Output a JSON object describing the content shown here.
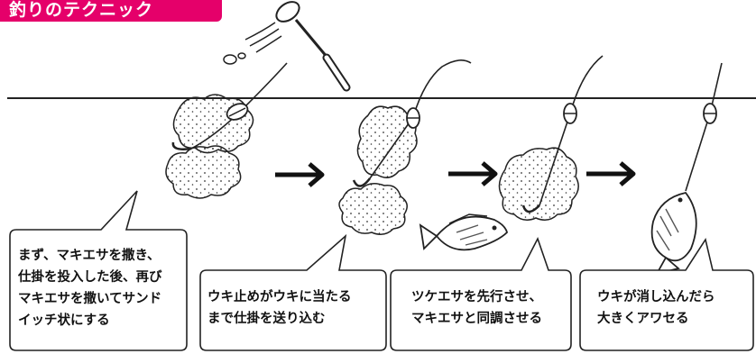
{
  "title": "釣りのテクニック",
  "steps": [
    {
      "caption": "まず、マキエサを撒き、\n仕掛を投入した後、再び\nマキエサを撒いてサンド\nイッチ状にする"
    },
    {
      "caption": "ウキ止めがウキに当たる\nまで仕掛を送り込む"
    },
    {
      "caption": "ツケエサを先行させ、\nマキエサと同調させる"
    },
    {
      "caption": "ウキが消し込んだら\n大きくアワセる"
    }
  ],
  "colors": {
    "accent": "#e5006a",
    "line": "#222222"
  },
  "icons": [
    "ladle-icon",
    "float-icon",
    "hook-icon",
    "chum-cloud-icon",
    "fish-icon",
    "arrow-right-icon"
  ]
}
